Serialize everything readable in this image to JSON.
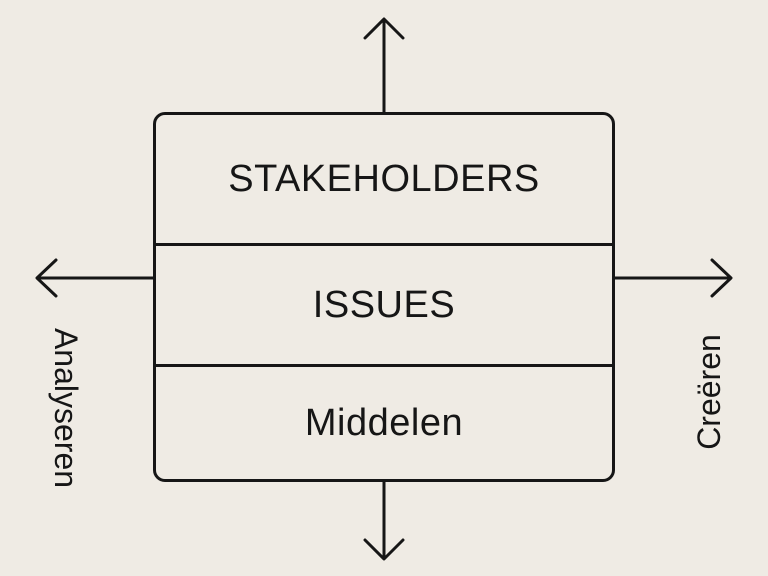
{
  "diagram": {
    "sections": [
      {
        "label": "STAKEHOLDERS"
      },
      {
        "label": "ISSUES"
      },
      {
        "label": "Middelen"
      }
    ],
    "left_label": "Analyseren",
    "right_label": "Creëren",
    "arrows": [
      "arrow-up",
      "arrow-down",
      "arrow-left",
      "arrow-right"
    ]
  }
}
